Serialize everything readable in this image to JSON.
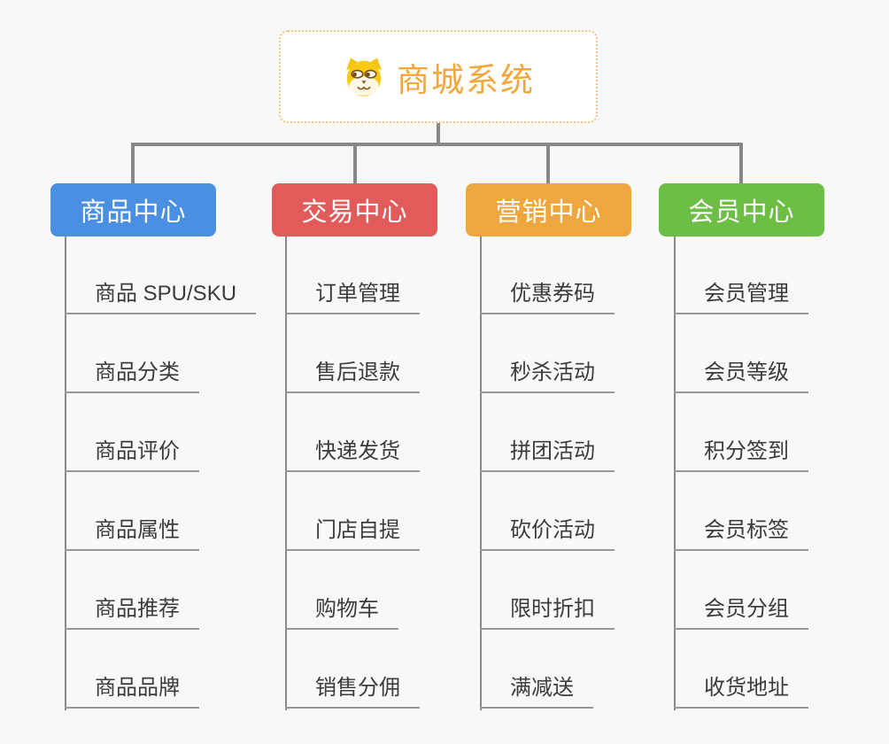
{
  "root": {
    "title": "商城系统",
    "icon": "doge-icon"
  },
  "branches": [
    {
      "label": "商品中心",
      "color": "#4a8fe2",
      "items": [
        "商品 SPU/SKU",
        "商品分类",
        "商品评价",
        "商品属性",
        "商品推荐",
        "商品品牌"
      ]
    },
    {
      "label": "交易中心",
      "color": "#e25b5b",
      "items": [
        "订单管理",
        "售后退款",
        "快递发货",
        "门店自提",
        "购物车",
        "销售分佣"
      ]
    },
    {
      "label": "营销中心",
      "color": "#eda73e",
      "items": [
        "优惠券码",
        "秒杀活动",
        "拼团活动",
        "砍价活动",
        "限时折扣",
        "满减送"
      ]
    },
    {
      "label": "会员中心",
      "color": "#6cbe45",
      "items": [
        "会员管理",
        "会员等级",
        "积分签到",
        "会员标签",
        "会员分组",
        "收货地址"
      ]
    }
  ],
  "colors": {
    "canvas_bg": "#f8f8f8",
    "root_text": "#f2a63c",
    "root_border": "#f2c57e",
    "connector": "#878787",
    "underline": "#989898",
    "item_text": "#3b3b3b"
  }
}
